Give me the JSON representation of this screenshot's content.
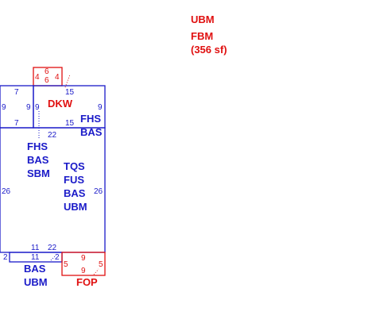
{
  "legend": {
    "line1": "UBM",
    "line2": "FBM",
    "line3": "(356 sf)"
  },
  "dims": {
    "top_porch": {
      "left": "4",
      "right": "4",
      "top": "6",
      "bottom": "6"
    },
    "dkw_15": "15",
    "left_room": {
      "top": "7",
      "bottom": "7",
      "left": "9",
      "right": "9"
    },
    "dkw_left": "9",
    "dkw_right": "9",
    "dkw_bottom": "15",
    "inner_22": "22",
    "main_left": "26",
    "main_right": "26",
    "bottom_11": "11",
    "bottom_22": "22",
    "bottom_11b": "11",
    "bottom_2_left": "2",
    "bottom_2_right": "2",
    "fop": {
      "left": "5",
      "top": "9",
      "bottom": "9",
      "right": "5"
    }
  },
  "labels": {
    "dkw": "DKW",
    "fhs_bas_right": [
      "FHS",
      "BAS"
    ],
    "fhs_bas_sbm": [
      "FHS",
      "BAS",
      "SBM"
    ],
    "tqs_stack": [
      "TQS",
      "FUS",
      "BAS",
      "UBM"
    ],
    "bas_ubm": [
      "BAS",
      "UBM"
    ],
    "fop": "FOP"
  },
  "colors": {
    "blue": "#1a1ac8",
    "red": "#e01010"
  }
}
